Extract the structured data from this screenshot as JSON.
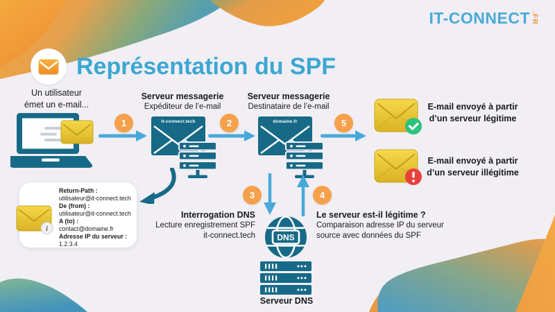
{
  "logo": {
    "text": "IT-CONNECT",
    "tld": ".FR"
  },
  "header": {
    "title": "Représentation du SPF"
  },
  "steps": [
    "1",
    "2",
    "3",
    "4",
    "5"
  ],
  "user": {
    "line1": "Un utilisateur",
    "line2": "émet un e-mail..."
  },
  "sender_server": {
    "title": "Serveur messagerie",
    "subtitle": "Expéditeur de l’e-mail",
    "domain": "it-connect.tech"
  },
  "receiver_server": {
    "title": "Serveur messagerie",
    "subtitle": "Destinataire de l’e-mail",
    "domain": "domaine.fr"
  },
  "results": {
    "legit": {
      "line1": "E-mail envoyé à partir",
      "line2": "d’un serveur légitime"
    },
    "illegit": {
      "line1": "E-mail envoyé à partir",
      "line2": "d’un serveur illégitime"
    }
  },
  "email_card": {
    "info_icon": "i",
    "fields": [
      {
        "label": "Return-Path :",
        "value": "utilisateur@it-connect.tech"
      },
      {
        "label": "De (from) :",
        "value": "utilisateur@it-connect.tech"
      },
      {
        "label": "A (to) :",
        "value": "contact@domaine.fr"
      },
      {
        "label": "Adresse IP du serveur :",
        "value": "1.2.3.4"
      }
    ]
  },
  "dns_query": {
    "title": "Interrogation DNS",
    "line1": "Lecture enregistrement SPF",
    "line2": "it-connect.tech"
  },
  "legit_check": {
    "title": "Le serveur est-il légitime ?",
    "line1": "Comparaison adresse IP du serveur",
    "line2": "source avec données du SPF"
  },
  "dns_server": {
    "badge": "DNS",
    "label": "Serveur DNS"
  },
  "colors": {
    "background": "#f1eef4",
    "teal_icon": "#176a87",
    "arrow_blue": "#47a9d9",
    "badge_orange": "#f5a14b",
    "title_blue": "#3ba7d3",
    "envelope_yellow": "#e9c832",
    "legit_green": "#2ec27e",
    "illegit_red": "#e8413c",
    "logo_blue": "#49aad8",
    "logo_orange": "#f0913a"
  }
}
